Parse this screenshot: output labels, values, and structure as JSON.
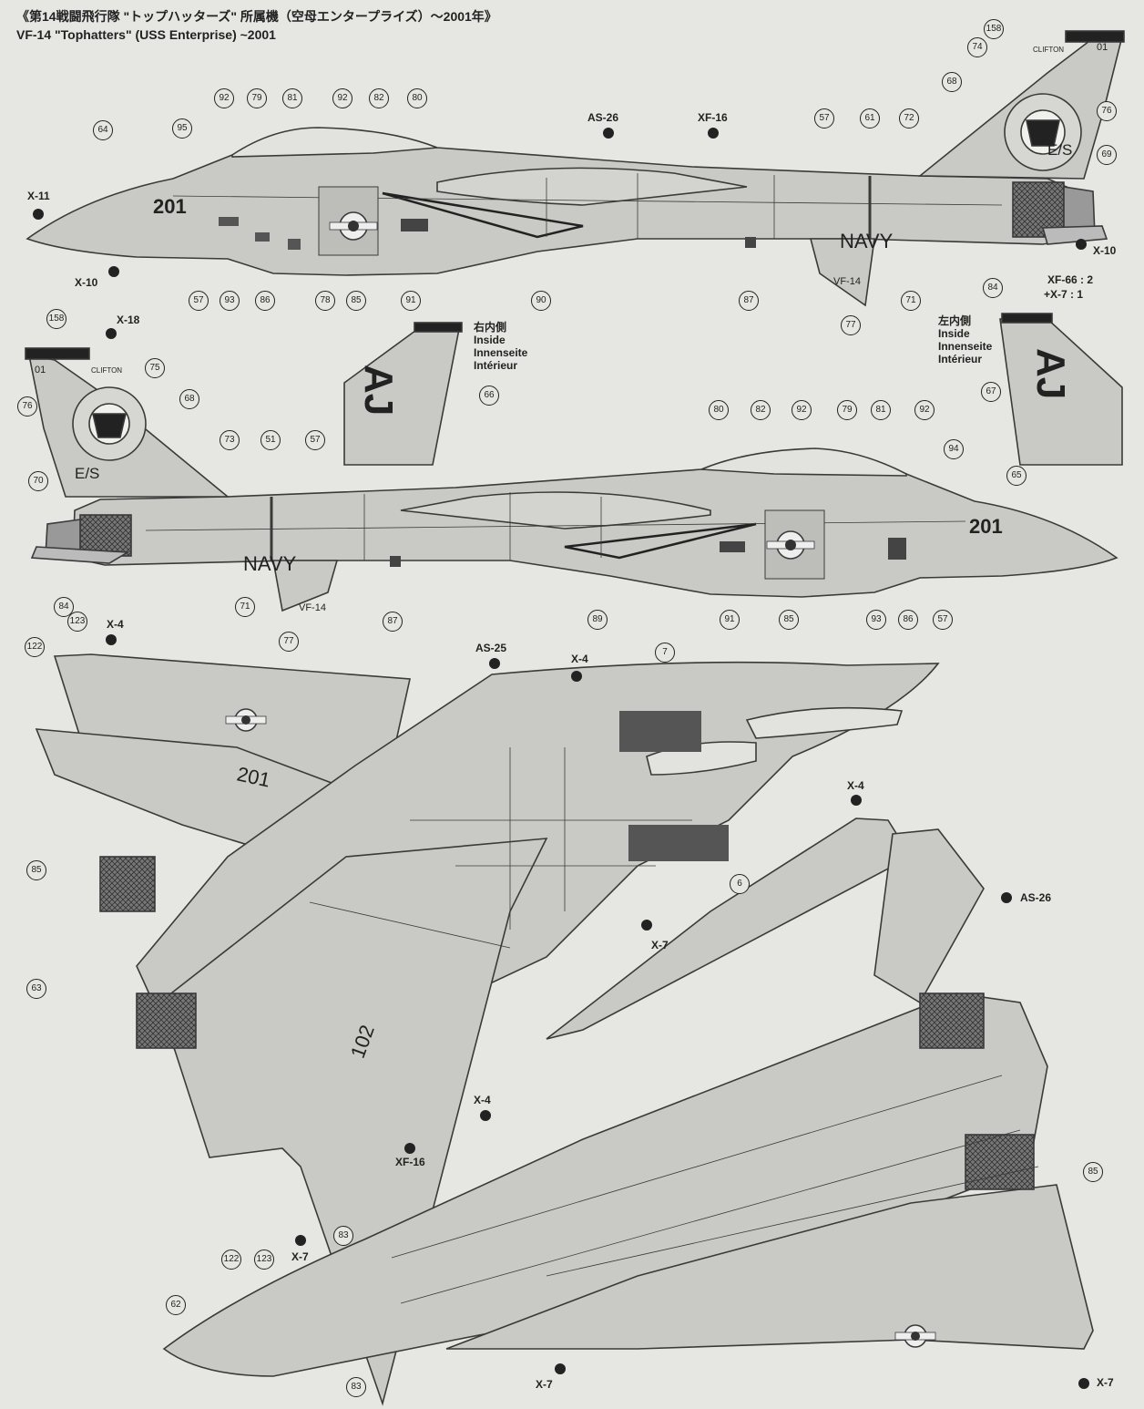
{
  "header": {
    "title_jp": "《第14戦闘飛行隊 \"トップハッターズ\" 所属機（空母エンタープライズ）～2001年》",
    "title_en": "VF-14 \"Tophatters\" (USS Enterprise) ~2001"
  },
  "inside_notes": {
    "right": [
      "右内側",
      "Inside",
      "Innenseite",
      "Intérieur"
    ],
    "left": [
      "左内側",
      "Inside",
      "Innenseite",
      "Intérieur"
    ]
  },
  "aircraft_markings": {
    "modex": "201",
    "modex_upper": "201",
    "modex_lower": "102",
    "service": "NAVY",
    "squadron": "VF-14",
    "tail_code": "E/S",
    "tail_code_inside": "AJ",
    "tail_number": "01",
    "pilot": "CLIFTON"
  },
  "callouts": {
    "side1": [
      "92",
      "79",
      "81",
      "92",
      "82",
      "80",
      "64",
      "95",
      "57",
      "61",
      "72",
      "158",
      "74",
      "68",
      "76",
      "69",
      "57",
      "93",
      "86",
      "78",
      "85",
      "91",
      "90",
      "87",
      "71",
      "77",
      "84"
    ],
    "side2": [
      "158",
      "75",
      "68",
      "76",
      "73",
      "51",
      "57",
      "70",
      "84",
      "71",
      "77",
      "87",
      "89",
      "80",
      "82",
      "92",
      "79",
      "81",
      "92",
      "94",
      "65",
      "91",
      "85",
      "93",
      "86",
      "57",
      "66",
      "67"
    ],
    "top": [
      "123",
      "122",
      "7",
      "85",
      "6",
      "63",
      "122",
      "123",
      "83",
      "62",
      "83",
      "85"
    ]
  },
  "paint_codes": {
    "x11": "X-11",
    "x10a": "X-10",
    "x10b": "X-10",
    "as26a": "AS-26",
    "xf16a": "XF-16",
    "xf66": "XF-66 : 2",
    "x7mix": "+X-7 : 1",
    "x18": "X-18",
    "x4a": "X-4",
    "as25": "AS-25",
    "x4b": "X-4",
    "x4c": "X-4",
    "x7a": "X-7",
    "as26b": "AS-26",
    "x4d": "X-4",
    "xf16b": "XF-16",
    "x7b": "X-7",
    "x7c": "X-7",
    "x7d": "X-7"
  },
  "colors": {
    "paper": "#e6e6e3",
    "aircraft_gray": "#c9c9c5",
    "line": "#3a3a3a",
    "dark": "#222222",
    "intake_dark": "#555555"
  }
}
